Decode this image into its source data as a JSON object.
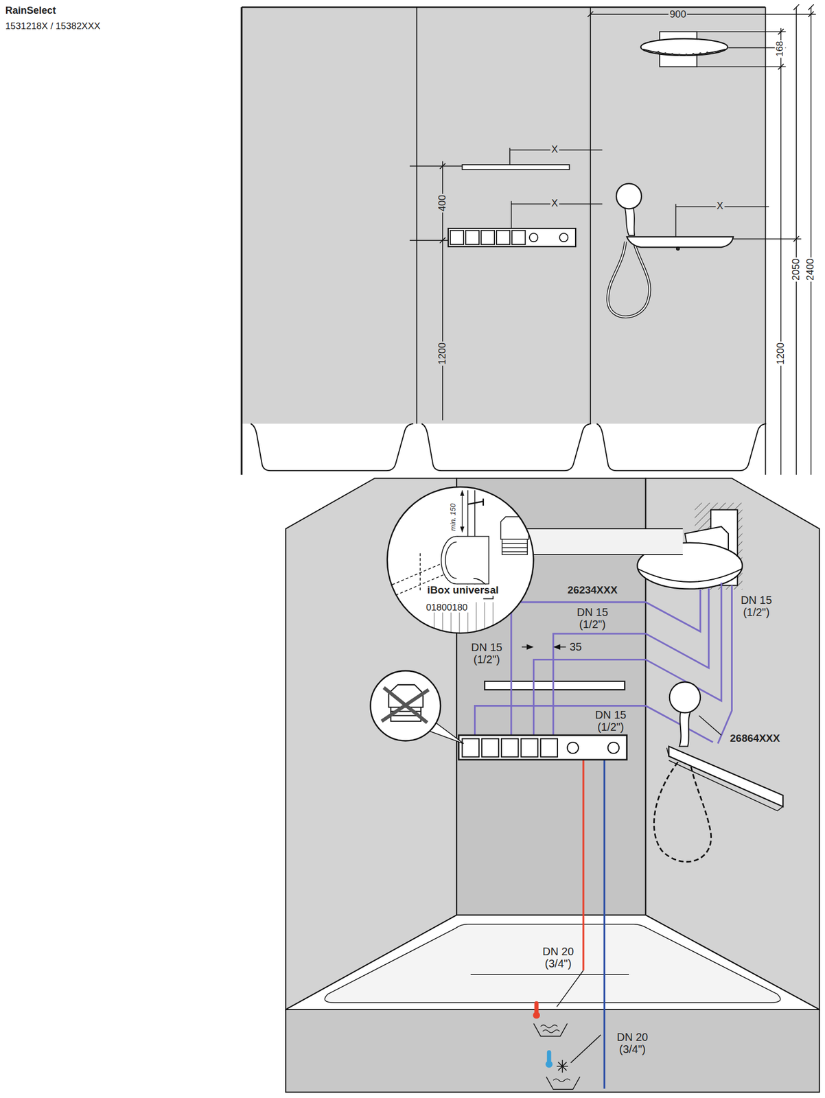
{
  "diagram": {
    "title": "RainSelect",
    "nodes": [
      {
        "text": [
          "min. 150",
          "iBox universal",
          "01800180"
        ]
      }
    ],
    "labels": [
      "1531218X / 15382XXX",
      "900",
      "168",
      "X",
      "400",
      "X",
      "X",
      "2050",
      "2400",
      "1200",
      "1200",
      "26234XXX",
      "DN 15 (1/2\")",
      "DN 15 (1/2\")",
      "DN 15 (1/2\")",
      "35",
      "DN 15 (1/2\")",
      "26864XXX",
      "DN 20 (3/4\")",
      "DN 20 (3/4\")"
    ]
  }
}
